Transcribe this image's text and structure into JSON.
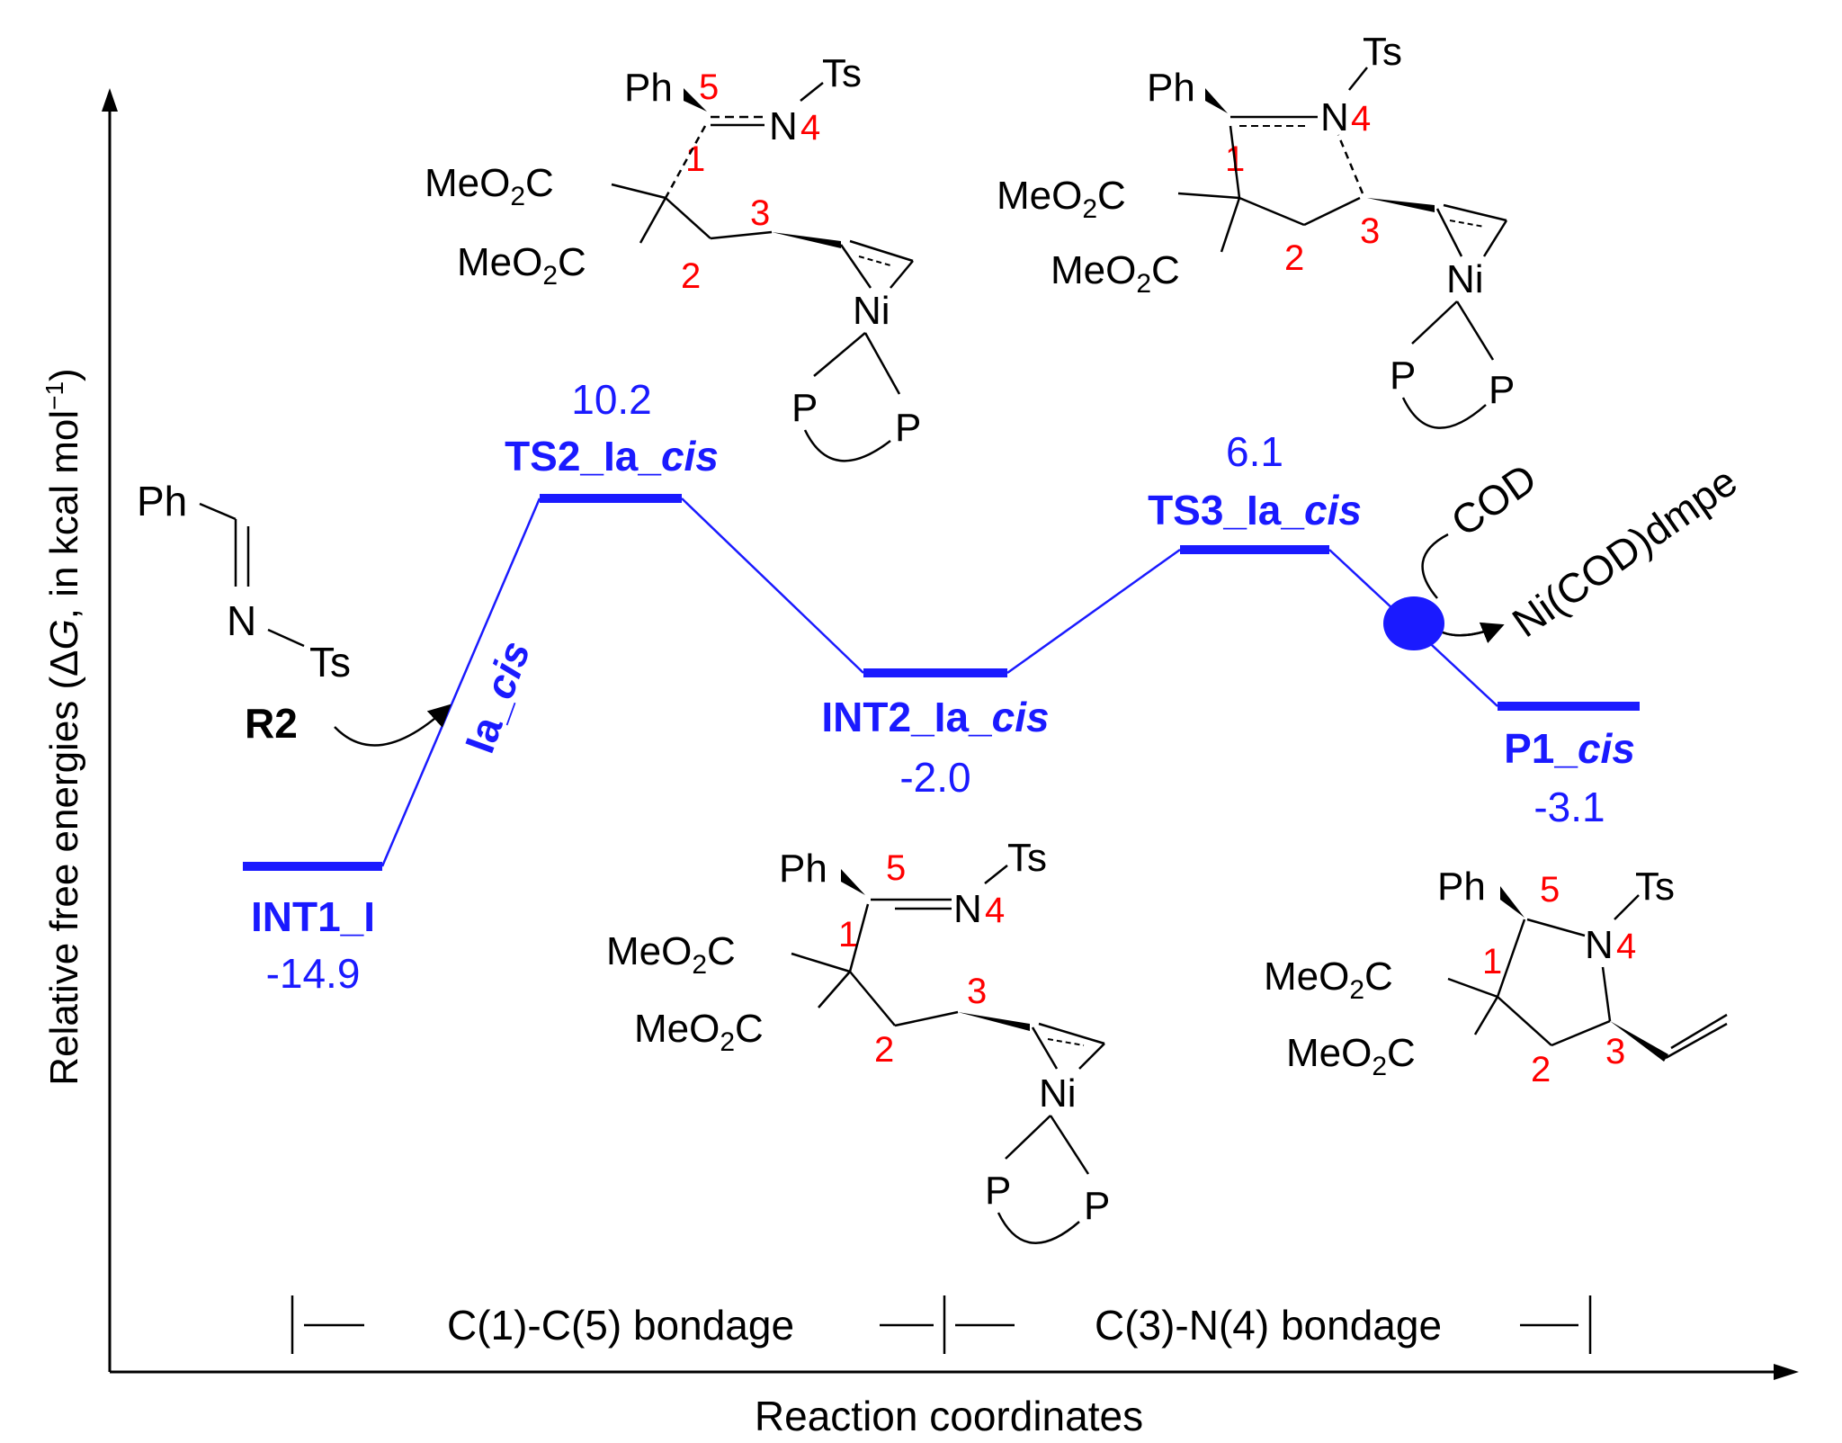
{
  "axes": {
    "y_label_prefix": "Relative free energies (",
    "y_label_delta": "Δ",
    "y_label_G": "G",
    "y_label_mid": ", in kcal mol",
    "y_label_exp": "−1",
    "y_label_suffix": ")",
    "x_label": "Reaction coordinates"
  },
  "stages": [
    {
      "label": "C(1)-C(5) bondage"
    },
    {
      "label": "C(3)-N(4) bondage"
    }
  ],
  "states": [
    {
      "name_bold": "INT1_I",
      "name_italic": "",
      "energy": "-14.9"
    },
    {
      "name_bold": "TS2_Ia_",
      "name_italic": "cis",
      "energy": "10.2"
    },
    {
      "name_bold": "INT2_Ia_",
      "name_italic": "cis",
      "energy": "-2.0"
    },
    {
      "name_bold": "TS3_Ia_",
      "name_italic": "cis",
      "energy": "6.1"
    },
    {
      "name_bold": "P1_",
      "name_italic": "cis",
      "energy": "-3.1"
    }
  ],
  "path_label": {
    "bold": "Ia_",
    "italic": "cis"
  },
  "reagent": {
    "label": "R2",
    "ph": "Ph",
    "n": "N",
    "ts": "Ts"
  },
  "release": {
    "cod": "COD",
    "product": "Ni(COD)dmpe"
  },
  "atoms": {
    "ph": "Ph",
    "ts": "Ts",
    "n": "N",
    "ni": "Ni",
    "p": "P",
    "c": "C",
    "meo2c_a": "MeO",
    "meo2c_sub": "2",
    "num1": "1",
    "num2": "2",
    "num3": "3",
    "num4": "4",
    "num5": "5"
  },
  "colors": {
    "profile": "#1a1aff",
    "atom_numbers": "#ff0000",
    "text": "#000000"
  }
}
